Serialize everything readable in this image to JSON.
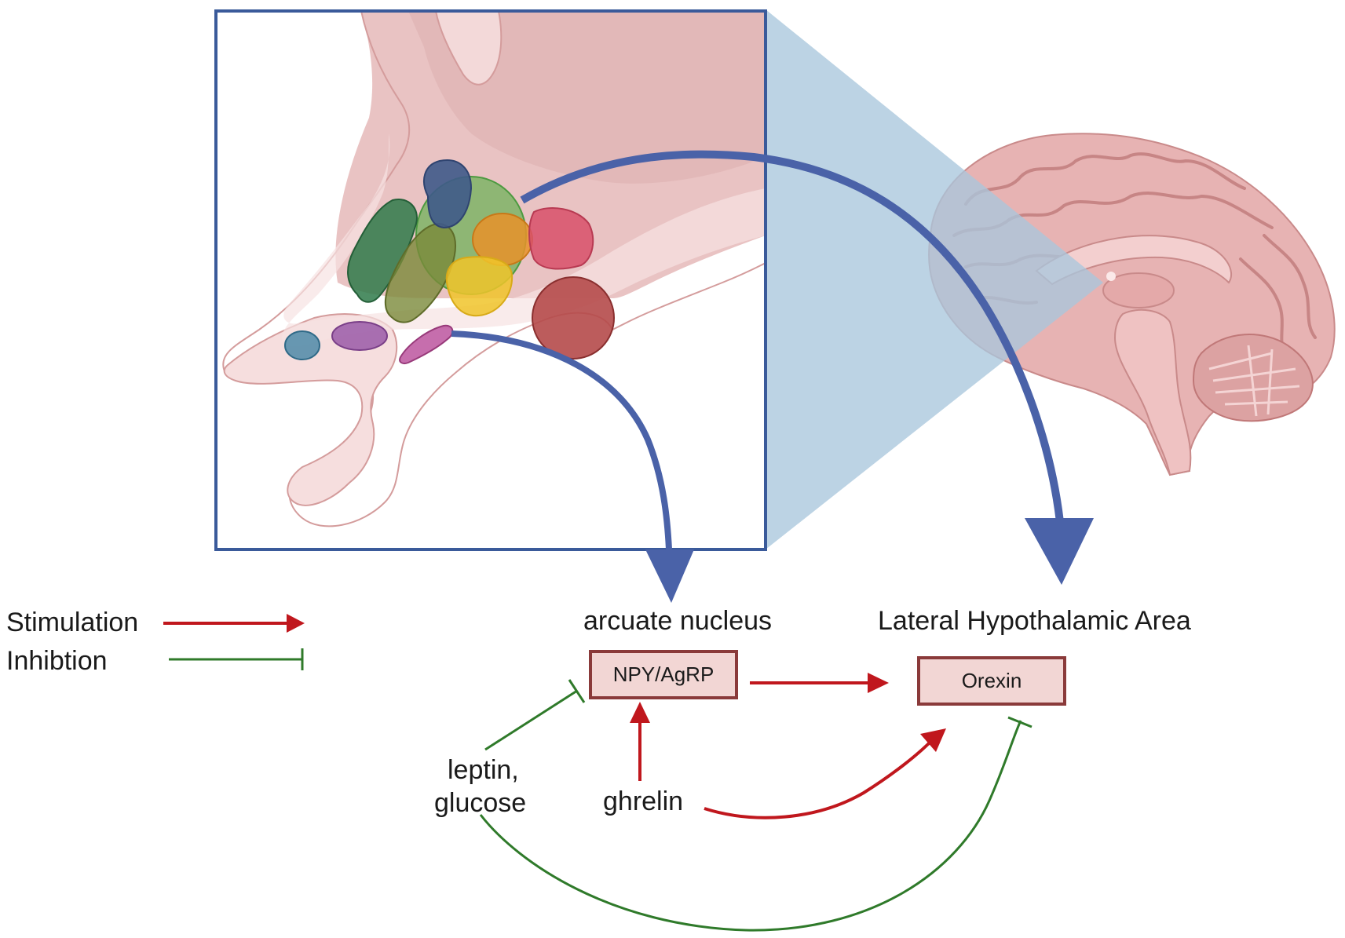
{
  "legend": {
    "stimulation_label": "Stimulation",
    "inhibition_label": "Inhibtion",
    "stimulation_color": "#c0171d",
    "inhibition_color": "#2f7a2a"
  },
  "regions": {
    "arcuate_label": "arcuate nucleus",
    "lha_label": "Lateral Hypothalamic Area"
  },
  "nodes": {
    "npy": "NPY/AgRP",
    "orexin": "Orexin",
    "leptin": "leptin,",
    "glucose": "glucose",
    "ghrelin": "ghrelin"
  },
  "colors": {
    "zoom_frame": "#3a5a9a",
    "projection_arrow": "#4a62a8",
    "zoom_fill": "#a9c6dc",
    "brain_tissue": "#e8b8b8",
    "box_fill": "#f2d6d4",
    "box_border": "#8a3a3a"
  },
  "icons": [
    "hypothalamus-section-illustration",
    "brain-sagittal-illustration"
  ]
}
